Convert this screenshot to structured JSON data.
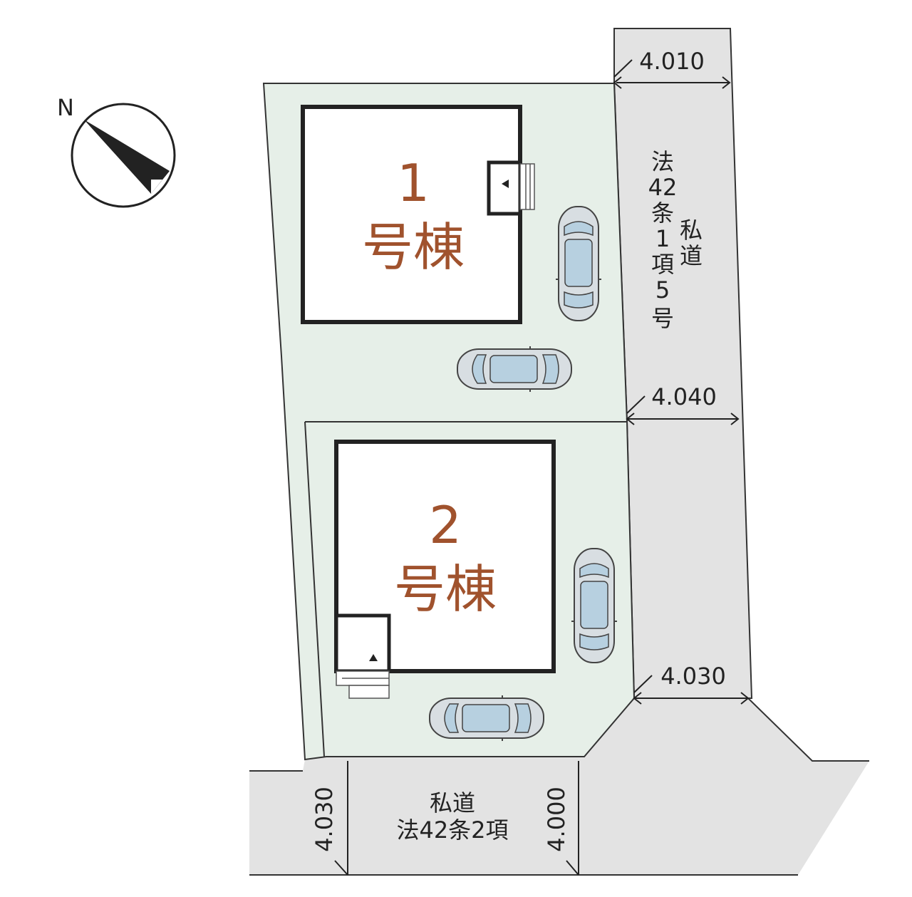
{
  "compass": {
    "label": "N",
    "icon": "north-arrow-icon"
  },
  "buildings": [
    {
      "number": "1",
      "label": "号棟"
    },
    {
      "number": "2",
      "label": "号棟"
    }
  ],
  "dimensions": {
    "top_road_width": "4.010",
    "mid_road_width": "4.040",
    "lower_road_width": "4.030",
    "bottom_left_width": "4.030",
    "bottom_right_width": "4.000"
  },
  "east_road": {
    "lines": [
      "法",
      "42",
      "条",
      "1",
      "項",
      "5",
      "号"
    ],
    "side": [
      "私",
      "道"
    ]
  },
  "south_road": {
    "line1": "私道",
    "line2": "法42条2項"
  },
  "colors": {
    "lot_fill": "#e6efe8",
    "road_fill": "#e3e3e3",
    "number_color": "#a0522d",
    "car_glass": "#b7d0e0"
  }
}
